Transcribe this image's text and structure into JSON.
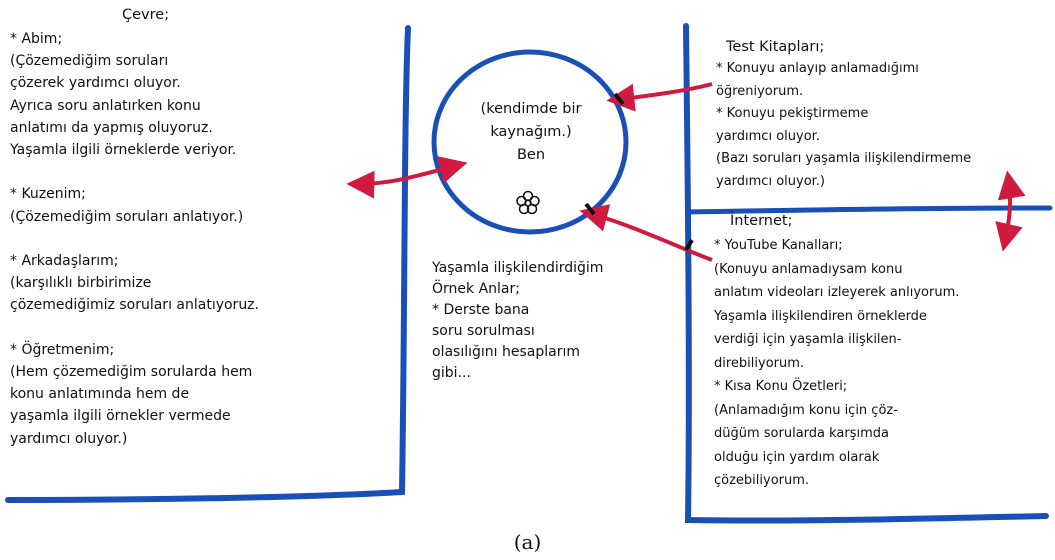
{
  "colors": {
    "line": "#1a4fb8",
    "arrow": "#d11a3f",
    "text": "#111111"
  },
  "panels": {
    "left": {
      "heading": "Çevre;",
      "text": "* Abim;\n(Çözemediğim soruları\nçözerek yardımcı oluyor.\nAyrıca soru anlatırken konu\nanlatımı da yapmış oluyoruz.\nYaşamla ilgili örneklerde veriyor.\n\n* Kuzenim;\n(Çözemediğim soruları anlatıyor.)\n\n* Arkadaşlarım;\n(karşılıklı birbirimize\nçözemediğimiz soruları anlatıyoruz.\n\n* Öğretmenim;\n(Hem çözemediğim sorularda hem\nkonu anlatımında hem de\nyaşamla ilgili örnekler vermede\nyardımcı oluyor.)"
    },
    "center": {
      "circle_text": "(kendimde bir\nkaynağım.)\nBen",
      "flower_icon": "flower-icon",
      "examples": "Yaşamla ilişkilendirdiğim\nÖrnek Anlar;\n* Derste bana\nsoru sorulması\nolasılığını hesaplarım\ngibi..."
    },
    "top_right": {
      "heading": "Test Kitapları;",
      "text": "* Konuyu anlayıp anlamadığımı\nöğreniyorum.\n* Konuyu pekiştirmeme\nyardımcı oluyor.\n(Bazı soruları yaşamla ilişkilendirmeme\nyardımcı oluyor.)"
    },
    "bottom_right": {
      "heading": "İnternet;",
      "text": "* YouTube Kanalları;\n(Konuyu anlamadıysam konu\nanlatım videoları izleyerek anlıyorum.\nYaşamla ilişkilendiren örneklerde\nverdiği için yaşamla ilişkilen-\ndirebiliyorum.\n* Kısa Konu Özetleri;\n(Anlamadığım konu için çöz-\ndüğüm sorularda karşımda\nolduğu için yardım olarak\nçözebiliyorum."
    }
  },
  "caption": "(a)"
}
